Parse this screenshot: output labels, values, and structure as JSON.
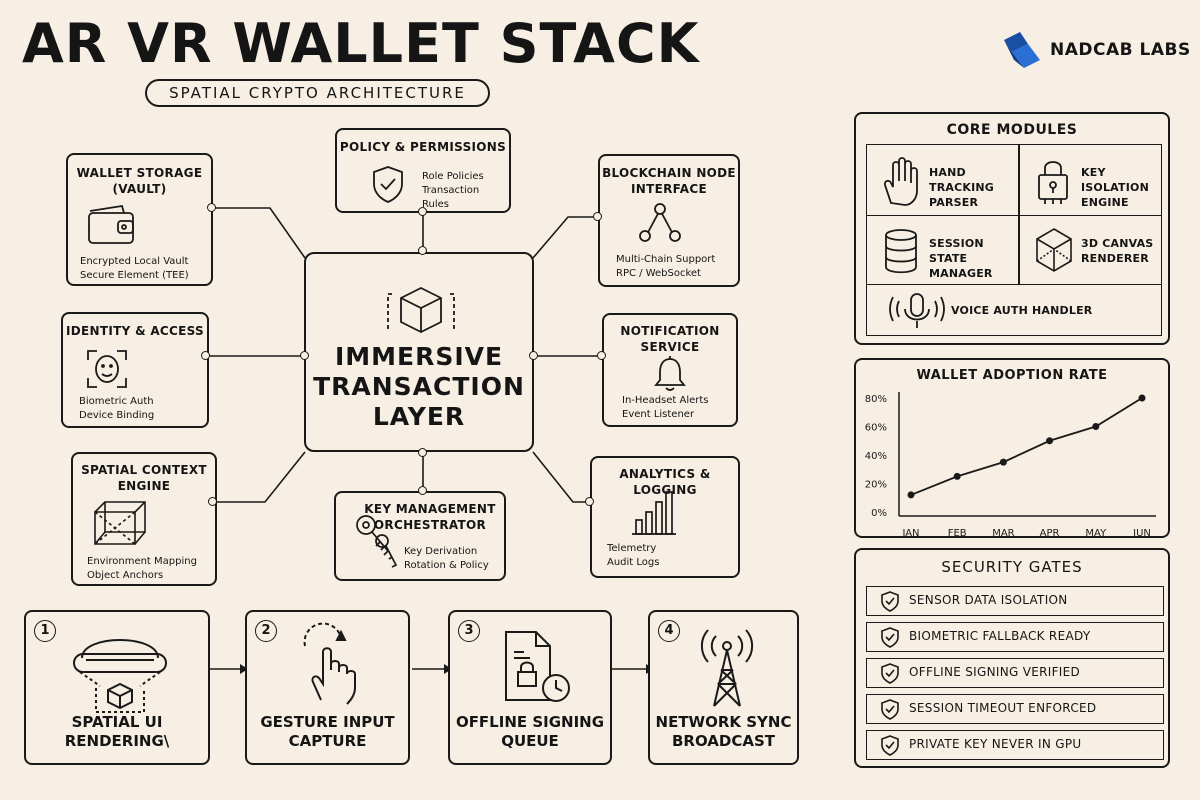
{
  "header": {
    "title": "AR VR WALLET STACK",
    "subtitle": "SPATIAL CRYPTO ARCHITECTURE",
    "brand": "NADCAB LABS"
  },
  "hub": {
    "lines": [
      "IMMERSIVE",
      "TRANSACTION",
      "LAYER"
    ],
    "icon": "cube-icon"
  },
  "nodes": {
    "wallet_storage": {
      "title": [
        "WALLET STORAGE",
        "(VAULT)"
      ],
      "desc": [
        "Encrypted Local Vault",
        "Secure Element (TEE)"
      ],
      "icon": "wallet-icon"
    },
    "policy": {
      "title": [
        "POLICY & PERMISSIONS"
      ],
      "desc": [
        "Role Policies",
        "Transaction Rules"
      ],
      "icon": "shield-check-icon"
    },
    "blockchain": {
      "title": [
        "BLOCKCHAIN NODE",
        "INTERFACE"
      ],
      "desc": [
        "Multi-Chain Support",
        "RPC / WebSocket"
      ],
      "icon": "network-icon"
    },
    "identity": {
      "title": [
        "IDENTITY & ACCESS"
      ],
      "desc": [
        "Biometric Auth",
        "Device Binding"
      ],
      "icon": "face-scan-icon"
    },
    "notification": {
      "title": [
        "NOTIFICATION",
        "SERVICE"
      ],
      "desc": [
        "In-Headset Alerts",
        "Event Listener"
      ],
      "icon": "bell-icon"
    },
    "spatial": {
      "title": [
        "SPATIAL CONTEXT",
        "ENGINE"
      ],
      "desc": [
        "Environment Mapping",
        "Object Anchors"
      ],
      "icon": "wireframe-cube-icon"
    },
    "key_mgmt": {
      "title": [
        "KEY MANAGEMENT",
        "ORCHESTRATOR"
      ],
      "desc": [
        "Key Derivation",
        "Rotation & Policy"
      ],
      "icon": "keys-icon"
    },
    "analytics": {
      "title": [
        "ANALYTICS & LOGGING"
      ],
      "desc": [
        "Telemetry",
        "Audit Logs"
      ],
      "icon": "bar-chart-icon"
    }
  },
  "core_modules": {
    "title": "CORE MODULES",
    "items": [
      {
        "label": [
          "HAND TRACKING",
          "PARSER"
        ],
        "icon": "hand-icon"
      },
      {
        "label": [
          "KEY ISOLATION",
          "ENGINE"
        ],
        "icon": "lock-icon"
      },
      {
        "label": [
          "SESSION STATE",
          "MANAGER"
        ],
        "icon": "database-icon"
      },
      {
        "label": [
          "3D CANVAS",
          "RENDERER"
        ],
        "icon": "canvas-cube-icon"
      },
      {
        "label": [
          "VOICE AUTH HANDLER"
        ],
        "icon": "microphone-icon"
      }
    ]
  },
  "chart_data": {
    "type": "line",
    "title": "WALLET ADOPTION RATE",
    "categories": [
      "JAN",
      "FEB",
      "MAR",
      "APR",
      "MAY",
      "JUN"
    ],
    "values": [
      12,
      25,
      35,
      50,
      60,
      80
    ],
    "yticks": [
      "0%",
      "20%",
      "40%",
      "60%",
      "80%"
    ],
    "ylim": [
      0,
      80
    ],
    "grid": false,
    "markers": true
  },
  "security_gates": {
    "title": "SECURITY GATES",
    "items": [
      "SENSOR DATA ISOLATION",
      "BIOMETRIC FALLBACK READY",
      "OFFLINE SIGNING VERIFIED",
      "SESSION TIMEOUT ENFORCED",
      "PRIVATE KEY NEVER IN GPU"
    ],
    "icon": "shield-check-icon"
  },
  "pipeline": [
    {
      "num": "1",
      "label": [
        "SPATIAL UI",
        "RENDERING\\"
      ],
      "icon": "headset-icon"
    },
    {
      "num": "2",
      "label": [
        "GESTURE INPUT",
        "CAPTURE"
      ],
      "icon": "tap-gesture-icon"
    },
    {
      "num": "3",
      "label": [
        "OFFLINE SIGNING",
        "QUEUE"
      ],
      "icon": "document-lock-icon"
    },
    {
      "num": "4",
      "label": [
        "NETWORK SYNC",
        "BROADCAST"
      ],
      "icon": "antenna-icon"
    }
  ]
}
